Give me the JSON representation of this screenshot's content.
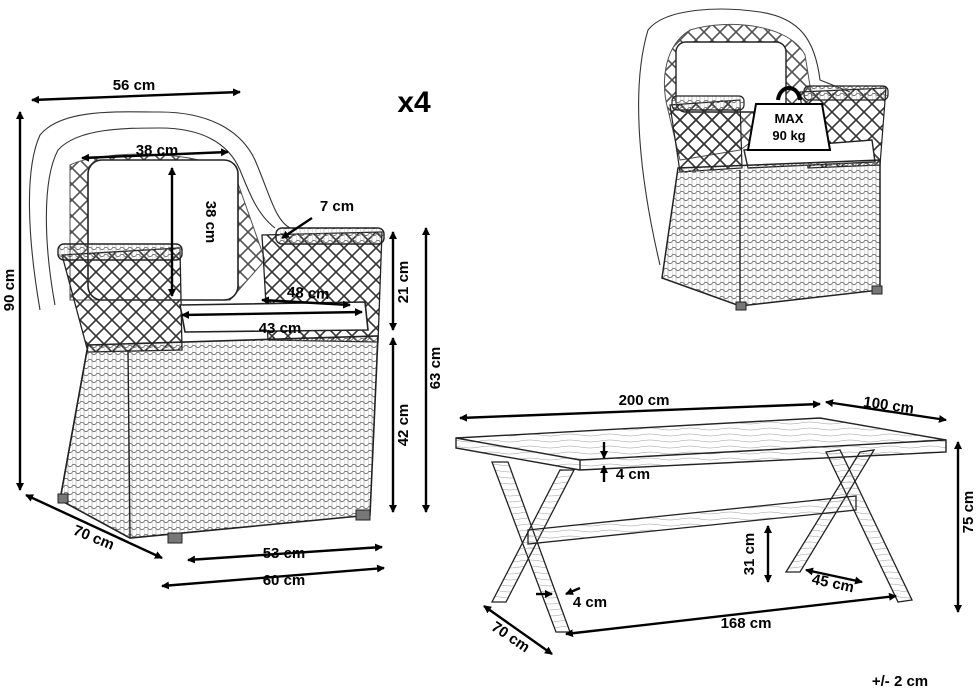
{
  "quantity_label": "x4",
  "chair_dimensions": {
    "overall_width": "56 cm",
    "overall_height": "90 cm",
    "back_cushion_width": "38 cm",
    "back_cushion_height": "38 cm",
    "armrest_width": "7 cm",
    "seat_depth": "48 cm",
    "seat_width": "43 cm",
    "arm_height": "21 cm",
    "seat_height": "42 cm",
    "armrest_height": "63 cm",
    "depth": "70 cm",
    "inner_base_width": "53 cm",
    "base_width": "60 cm"
  },
  "load_badge": {
    "line1": "MAX",
    "line2": "90 kg"
  },
  "table_dimensions": {
    "length": "200 cm",
    "width": "100 cm",
    "top_thickness": "4 cm",
    "height": "75 cm",
    "stretcher_height": "31 cm",
    "leg_span": "45 cm",
    "leg_thickness": "4 cm",
    "leg_depth": "70 cm",
    "inner_length": "168 cm"
  },
  "tolerance_note": "+/- 2 cm"
}
